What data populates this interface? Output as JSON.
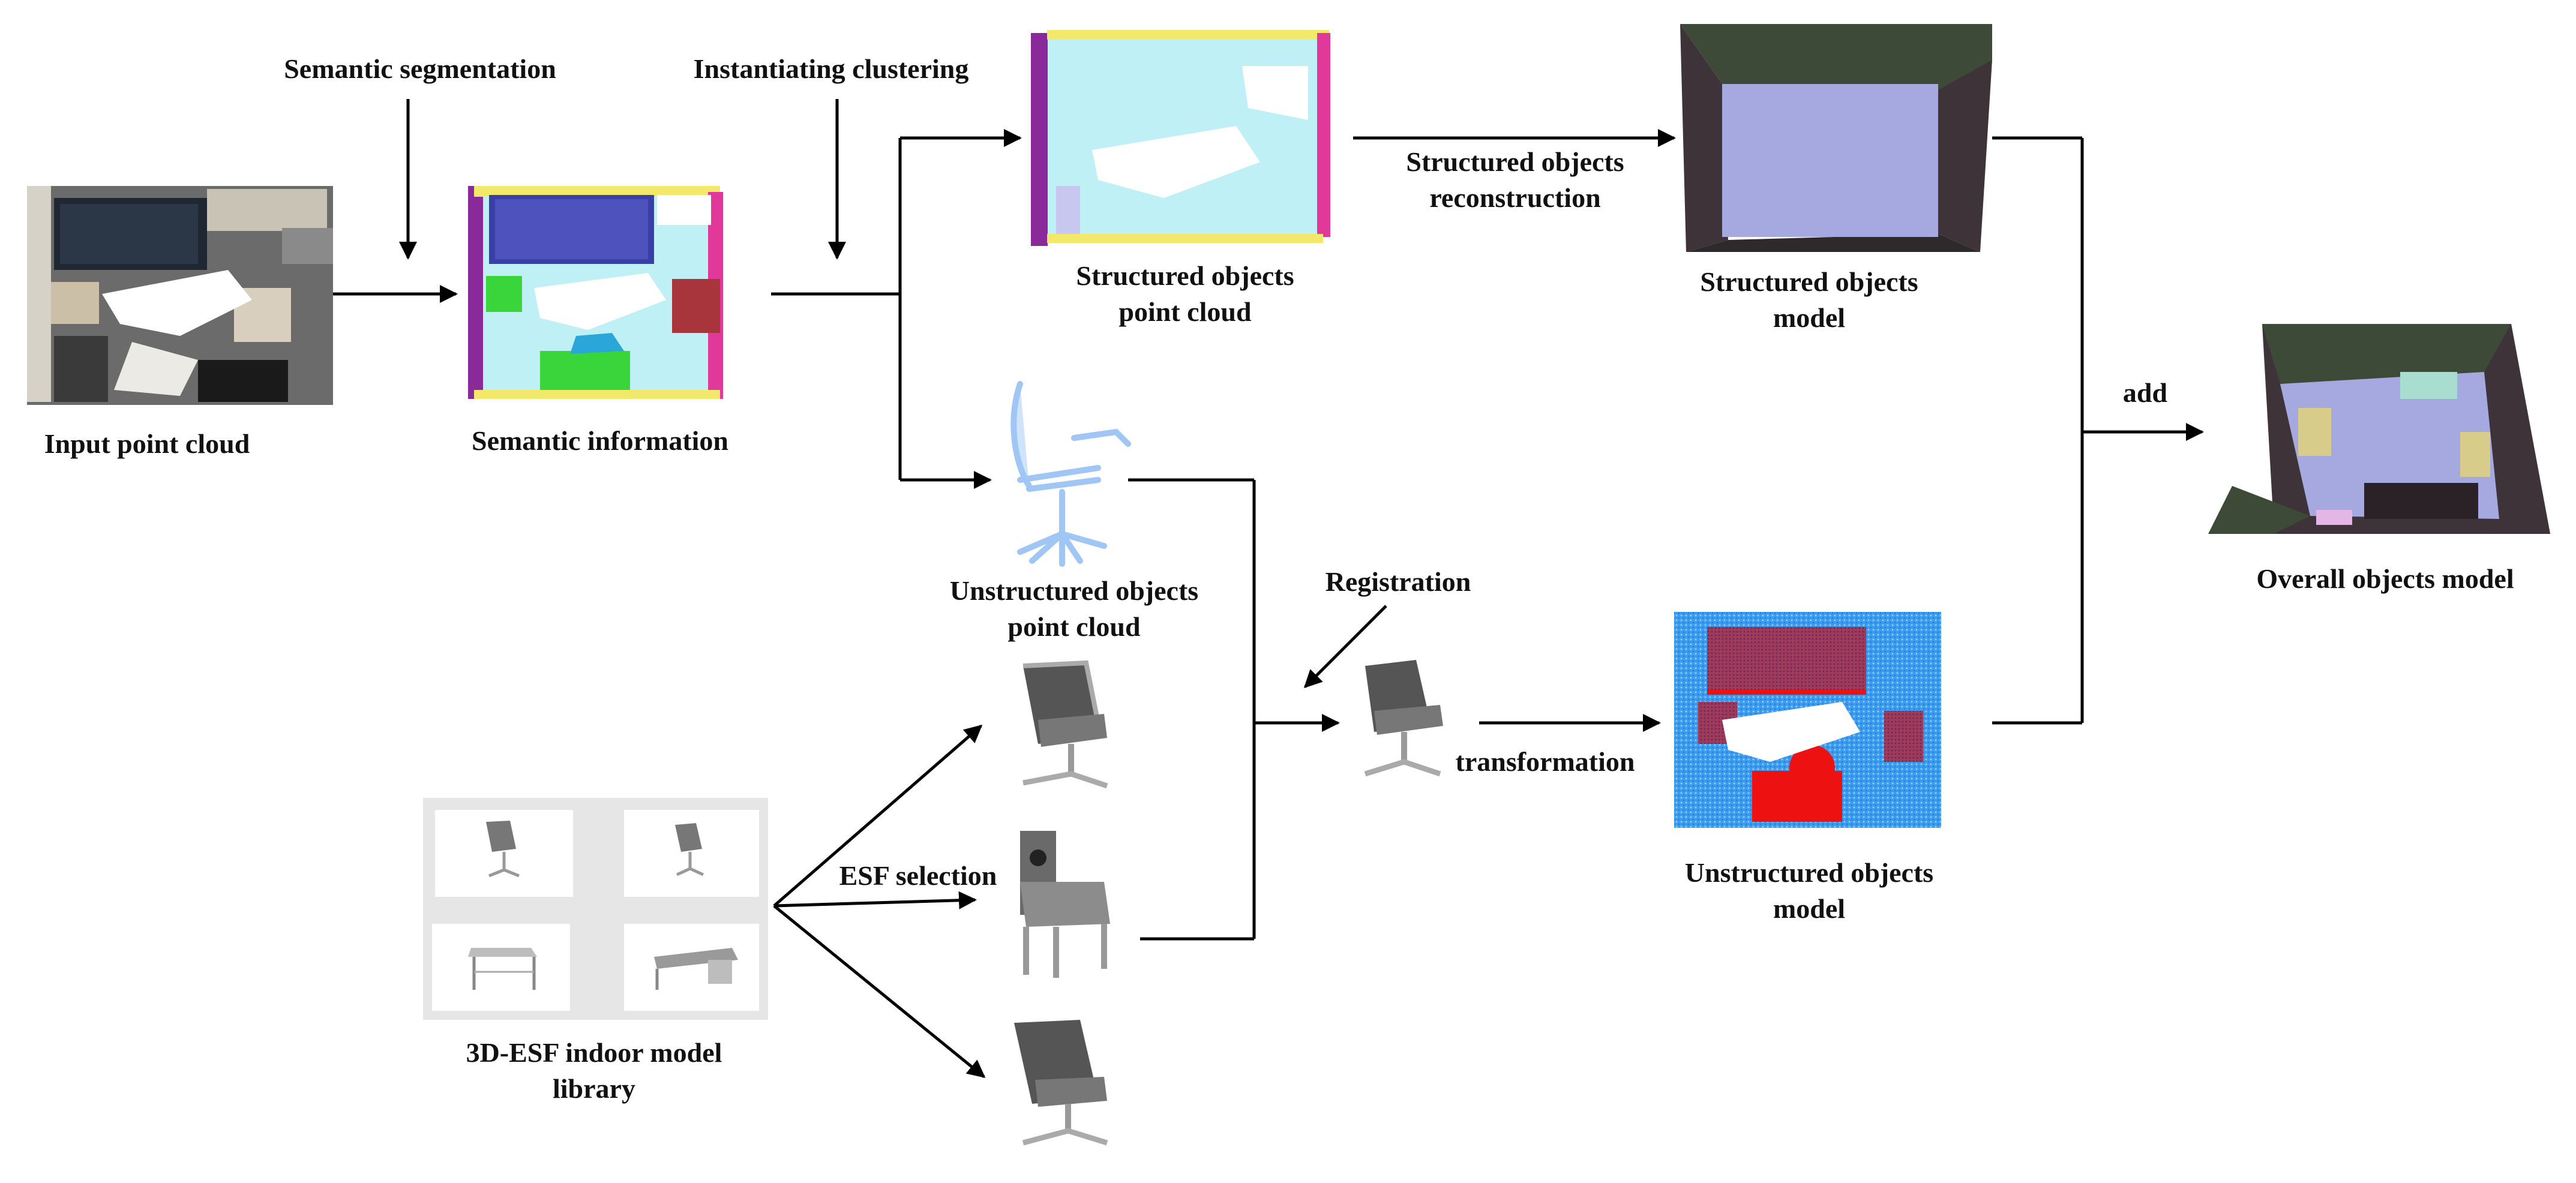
{
  "labels": {
    "input_point_cloud": "Input point cloud",
    "semantic_segmentation": "Semantic segmentation",
    "semantic_information": "Semantic information",
    "instantiating_clustering": "Instantiating clustering",
    "structured_objects_point_cloud_l1": "Structured  objects",
    "structured_objects_point_cloud_l2": "point cloud",
    "structured_objects_reconstruction_l1": "Structured objects",
    "structured_objects_reconstruction_l2": "reconstruction",
    "structured_objects_model_l1": "Structured objects",
    "structured_objects_model_l2": "model",
    "add": "add",
    "overall_objects_model": "Overall objects model",
    "unstructured_objects_point_cloud_l1": "Unstructured  objects",
    "unstructured_objects_point_cloud_l2": "point cloud",
    "registration": "Registration",
    "transformation": "transformation",
    "unstructured_objects_model_l1": "Unstructured objects",
    "unstructured_objects_model_l2": "model",
    "esf_selection": "ESF selection",
    "model_library_l1": "3D-ESF indoor model",
    "model_library_l2": "library"
  },
  "colors": {
    "arrow": "#000000",
    "text": "#111111",
    "point_cloud_cyan": "#bff0f5",
    "semantic_blue": "#3a3fa8",
    "semantic_green": "#3ad53a",
    "semantic_red": "#a8353c",
    "semantic_purple": "#8a2a9a",
    "model_wall_dark": "#3d3338",
    "model_wall_green": "#3d4a38",
    "model_floor": "#a6a9e0",
    "unstructured_blue": "#3b9bf0",
    "unstructured_red": "#ee1111",
    "chair_gray": "#8c8c8c"
  }
}
